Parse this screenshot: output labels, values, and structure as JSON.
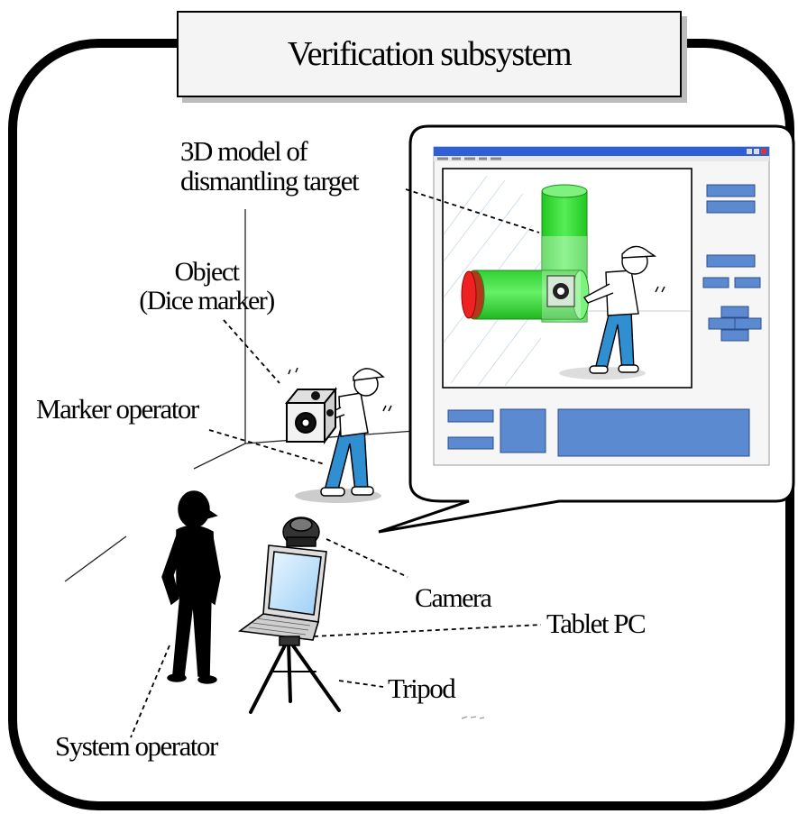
{
  "title": "Verification subsystem",
  "labels": {
    "model": "3D model of\ndismantling target",
    "object": "Object\n(Dice marker)",
    "marker_operator": "Marker operator",
    "camera": "Camera",
    "tablet_pc": "Tablet PC",
    "tripod": "Tripod",
    "system_operator": "System operator"
  },
  "colors": {
    "ui_block": "#5b8ad1",
    "cylinder_green": "#33dd33",
    "cylinder_red": "#ee2222",
    "worker_pants": "#2f8fd0"
  }
}
